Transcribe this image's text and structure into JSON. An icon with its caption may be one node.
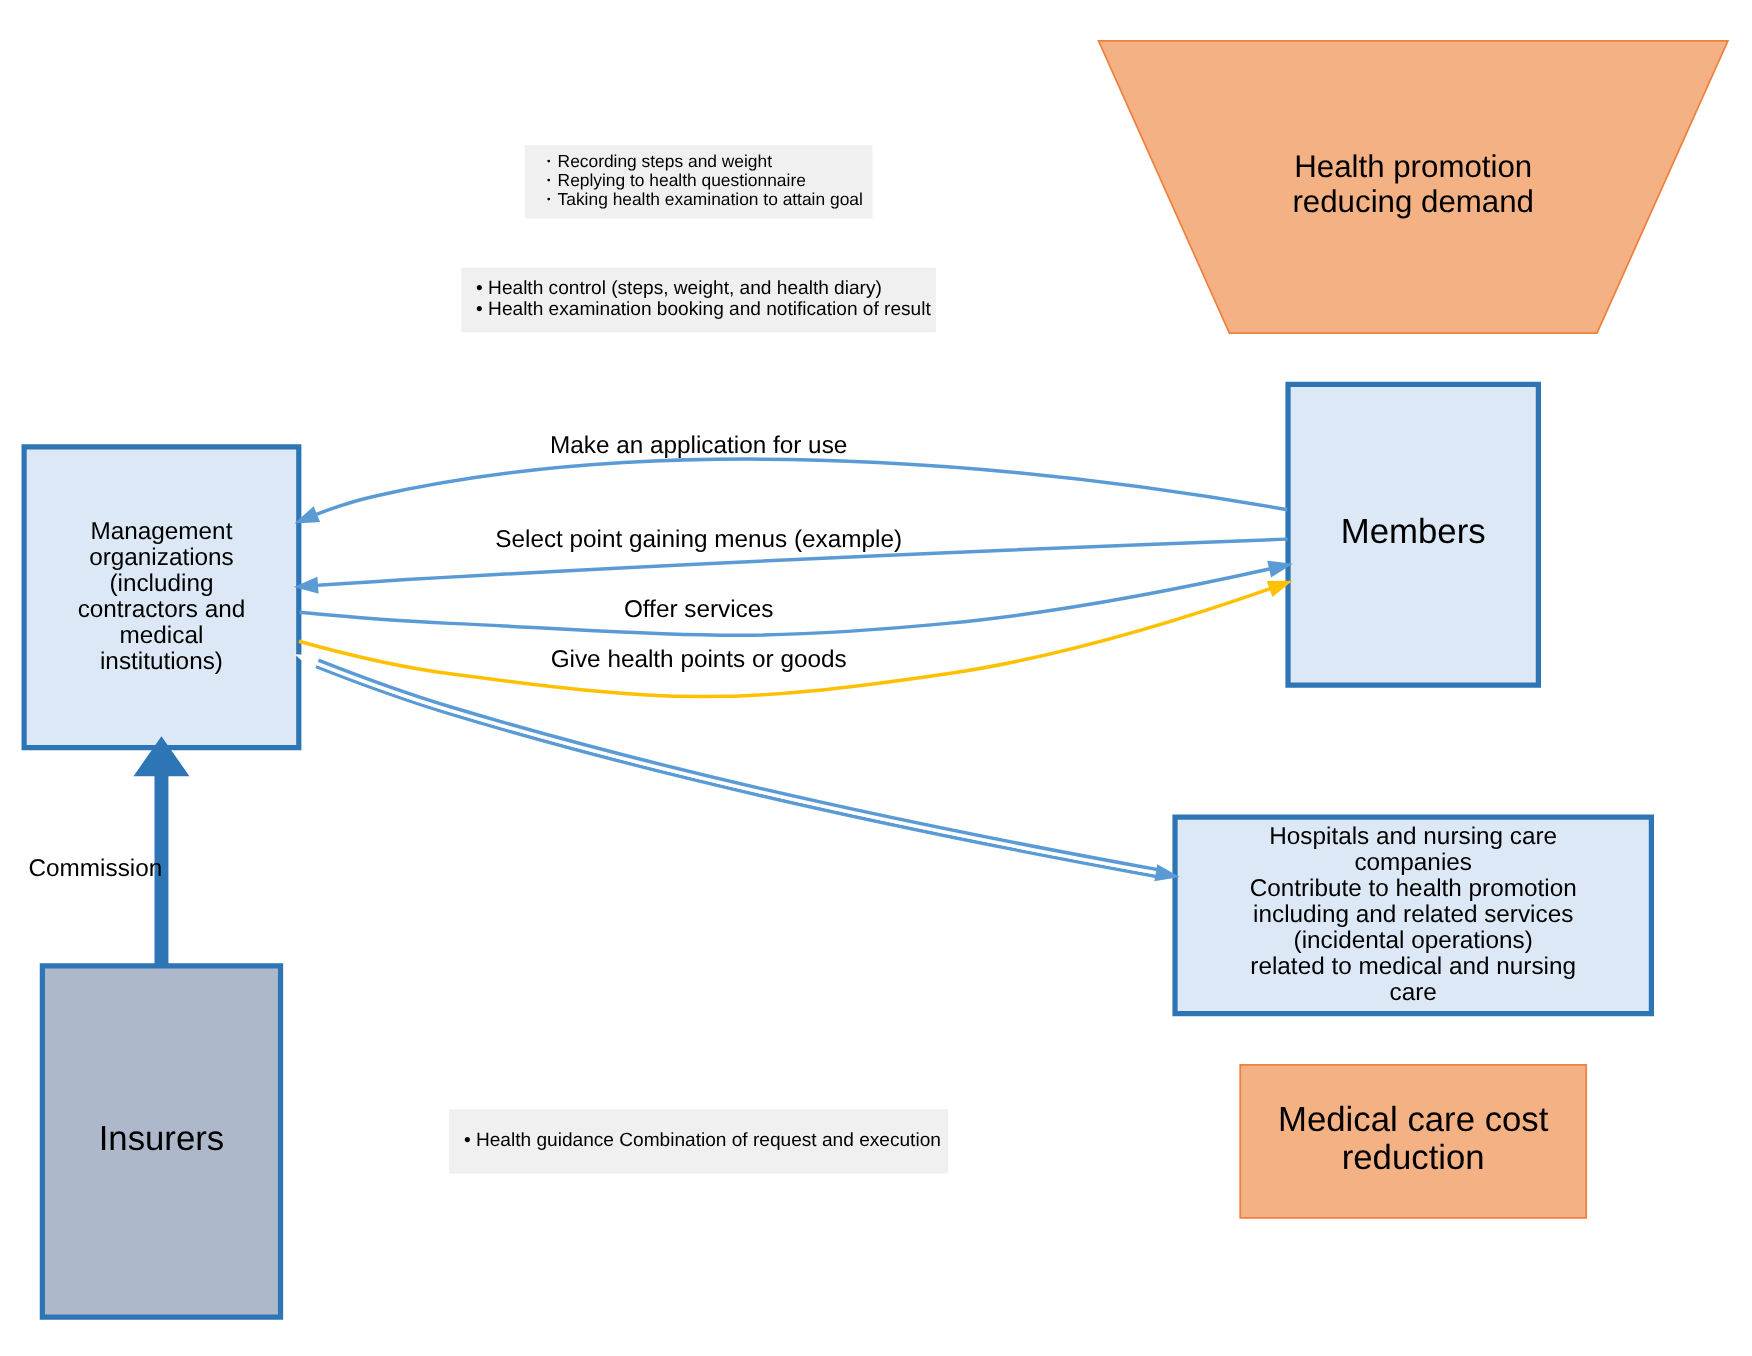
{
  "diagram": {
    "nodes": [
      {
        "text": [
          "Management organizations (including contractors and medical institutions)"
        ]
      },
      {
        "text": [
          "Members"
        ]
      },
      {
        "text": [
          "Insurers"
        ]
      },
      {
        "text": [
          "Hospitals and nursing care companies",
          "Contribute to health promotion including and related services (incidental operations) related to medical and nursing care"
        ]
      },
      {
        "text": [
          "Health promotion reducing demand"
        ]
      },
      {
        "text": [
          "Medical care cost reduction"
        ]
      },
      {
        "text": [
          "• Health control (steps, weight, and health diary)",
          "• Health examination booking and notification of result"
        ]
      },
      {
        "text": [
          "・Recording steps and weight",
          "・Replying to health questionnaire",
          "・Taking health examination to attain goal"
        ]
      },
      {
        "text": [
          "• Health guidance Combination of request and execution"
        ]
      }
    ],
    "edges": [
      {
        "from": 1,
        "to": 0,
        "arrow": "to",
        "label": "Make an application for use"
      },
      {
        "from": 0,
        "to": 1,
        "arrow": "to",
        "label": "Offer services"
      },
      {
        "from": 0,
        "to": 1,
        "arrow": "to",
        "label": "Give health points or goods",
        "color": "#ffc000"
      },
      {
        "from": 1,
        "to": 0,
        "arrow": "to",
        "label": "Select point gaining menus (example)"
      },
      {
        "from": 2,
        "to": 0,
        "arrow": "to",
        "label": "Commission",
        "style": "thick"
      },
      {
        "from": 0,
        "to": 3,
        "arrow": "both"
      }
    ]
  }
}
